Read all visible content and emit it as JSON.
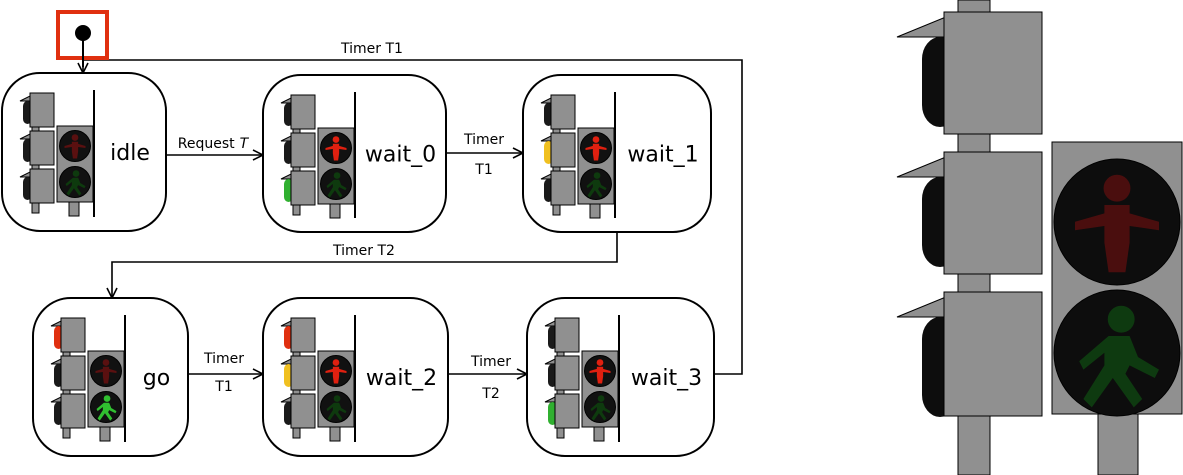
{
  "states": [
    {
      "id": "idle",
      "label": "idle",
      "car": [
        "off",
        "off",
        "off"
      ],
      "ped": "red-dim"
    },
    {
      "id": "wait_0",
      "label": "wait_0",
      "car": [
        "off",
        "off",
        "green"
      ],
      "ped": "red-lit"
    },
    {
      "id": "wait_1",
      "label": "wait_1",
      "car": [
        "off",
        "yellow",
        "off"
      ],
      "ped": "red-lit"
    },
    {
      "id": "go",
      "label": "go",
      "car": [
        "red",
        "off",
        "off"
      ],
      "ped": "green-lit"
    },
    {
      "id": "wait_2",
      "label": "wait_2",
      "car": [
        "red",
        "yellow",
        "off"
      ],
      "ped": "red-lit"
    },
    {
      "id": "wait_3",
      "label": "wait_3",
      "car": [
        "off",
        "off",
        "green"
      ],
      "ped": "red-lit"
    }
  ],
  "transitions": [
    {
      "id": "idle-wait0",
      "from": "idle",
      "to": "wait_0",
      "label_lines": [
        "Request",
        "T"
      ]
    },
    {
      "id": "wait0-wait1",
      "from": "wait_0",
      "to": "wait_1",
      "label_lines": [
        "Timer",
        "T1"
      ]
    },
    {
      "id": "wait1-go",
      "from": "wait_1",
      "to": "go",
      "label_lines": [
        "Timer T2"
      ]
    },
    {
      "id": "go-wait2",
      "from": "go",
      "to": "wait_2",
      "label_lines": [
        "Timer",
        "T1"
      ]
    },
    {
      "id": "wait2-wait3",
      "from": "wait_2",
      "to": "wait_3",
      "label_lines": [
        "Timer",
        "T2"
      ]
    },
    {
      "id": "wait3-idle",
      "from": "wait_3",
      "to": "idle",
      "label_lines": [
        "Timer T1"
      ]
    }
  ],
  "colors": {
    "housing": "#909090",
    "lamp_off": "#1a1a1a",
    "car_red": "#e03010",
    "car_yellow": "#f0c020",
    "car_green": "#30b030",
    "ped_red": "#e02010",
    "ped_green": "#30c030",
    "ped_red_dim": "#5a1010",
    "ped_green_dim": "#0e3a0e",
    "initial_marker_border": "#e03010"
  },
  "icons": [
    "initial-state-marker",
    "car-traffic-light-icon",
    "pedestrian-traffic-light-icon",
    "pedestrian-standing-icon",
    "pedestrian-walking-icon"
  ]
}
